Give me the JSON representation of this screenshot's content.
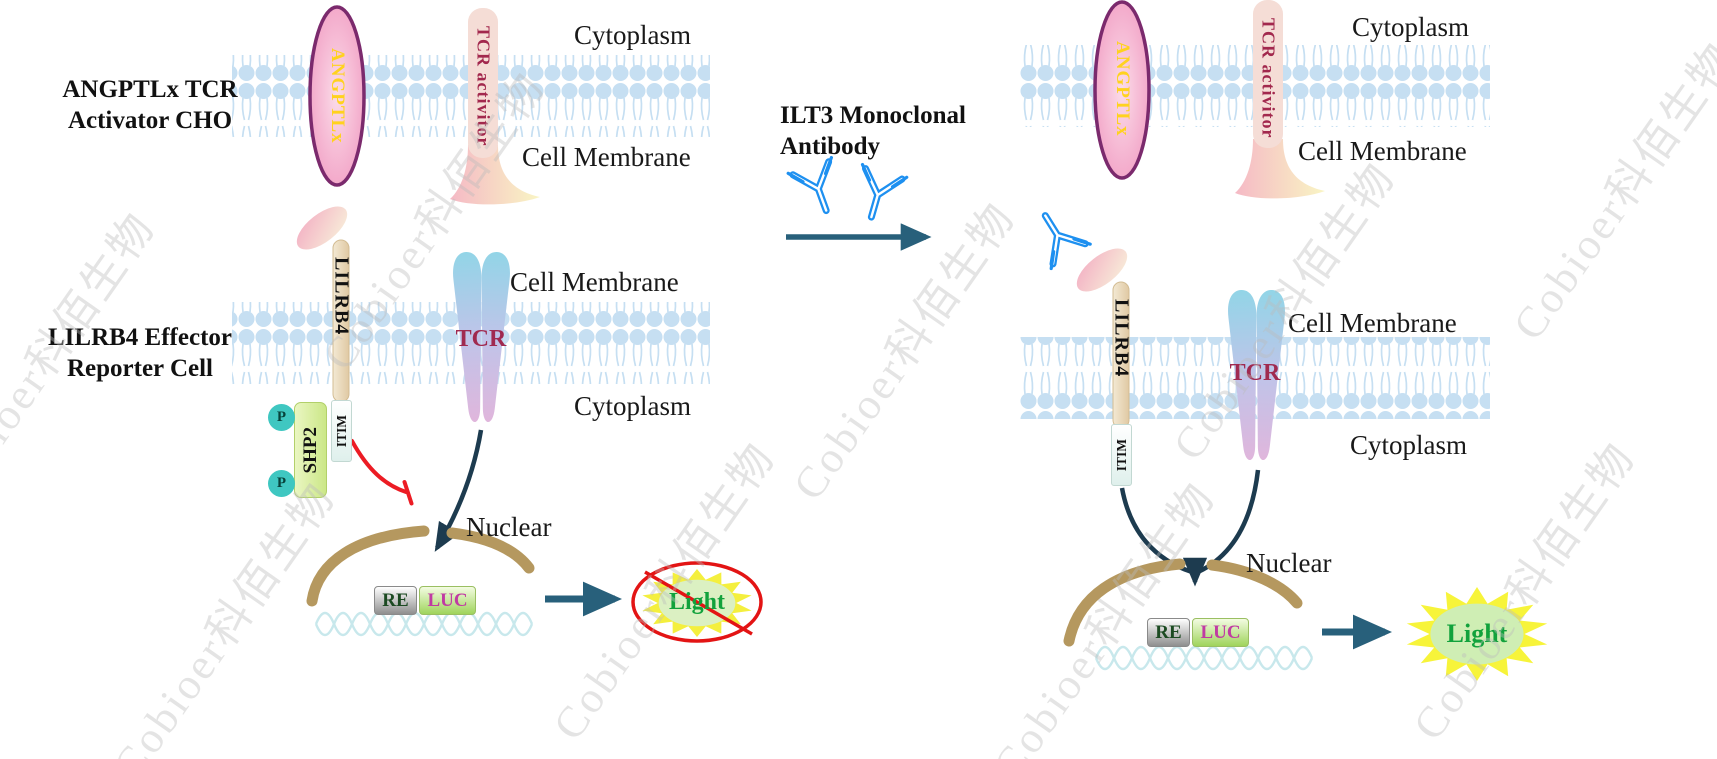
{
  "watermark": {
    "text": "Cobioer科佰生物"
  },
  "shared": {
    "cytoplasm": "Cytoplasm",
    "cell_membrane": "Cell Membrane",
    "nuclear": "Nuclear",
    "angptlx": "ANGPTLx",
    "tcr_activator": "TCR activitor",
    "lilrb4": "LILRB4",
    "itim": "ITIM",
    "tcr": "TCR",
    "re": "RE",
    "luc": "LUC",
    "light": "Light"
  },
  "left_panel": {
    "cell_line_label": [
      "ANGPTLx TCR",
      "Activator CHO"
    ],
    "effector_label": [
      "LILRB4 Effector",
      "Reporter Cell"
    ],
    "shp2": "SHP2",
    "phospho": "P"
  },
  "center": {
    "antibody_label": [
      "ILT3 Monoclonal",
      "Antibody"
    ]
  },
  "colors": {
    "membrane_blue": "#c6dff2",
    "antibody_blue": "#1e90f0",
    "arrow_dark_navy": "#1d3b4f",
    "arrow_teal": "#28607b",
    "inhibition_red": "#ec1c24",
    "angptlx_text_yellow": "#ffd21e",
    "tcr_text_red": "#a02a50",
    "light_text_green": "#12a23c",
    "luc_text_magenta": "#c03ba3",
    "nuclear_envelope_tan": "#b5985f"
  }
}
